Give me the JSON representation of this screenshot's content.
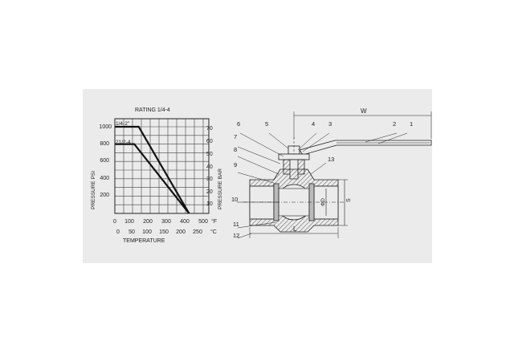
{
  "chart_data": {
    "type": "line",
    "title": "RATING  1/4-4",
    "xlabel": "TEMPERATURE",
    "ylabel": "PRESSURE PSI",
    "y2label": "PRESSURE BAR",
    "x_unit_f": "°F",
    "x_unit_c": "°C",
    "xlim_f": [
      0,
      500
    ],
    "ylim_psi": [
      0,
      1000
    ],
    "ylim_bar": [
      0,
      70
    ],
    "x_ticks_f": [
      "0",
      "100",
      "200",
      "300",
      "400",
      "500"
    ],
    "x_ticks_c": [
      "0",
      "50",
      "100",
      "150",
      "200",
      "250"
    ],
    "y_ticks_psi": [
      "200",
      "400",
      "600",
      "800",
      "1000"
    ],
    "y_ticks_bar": [
      "10",
      "20",
      "30",
      "40",
      "50",
      "60",
      "70"
    ],
    "grid": true,
    "series": [
      {
        "name": "1/4-2\"",
        "x": [
          0,
          135,
          420
        ],
        "y": [
          1000,
          1000,
          0
        ]
      },
      {
        "name": "21/2-4",
        "x": [
          0,
          110,
          420
        ],
        "y": [
          800,
          800,
          0
        ]
      }
    ]
  },
  "valve": {
    "part_labels": [
      "1",
      "2",
      "3",
      "4",
      "5",
      "6",
      "7",
      "8",
      "9",
      "10",
      "11",
      "12",
      "13"
    ],
    "dim_width": "W",
    "dim_length": "L",
    "dim_bore": "ΦD",
    "dim_size": "S"
  },
  "colors": {
    "sheet": "#ebebeb",
    "ink": "#222222",
    "hatch": "#6a6a6a"
  }
}
